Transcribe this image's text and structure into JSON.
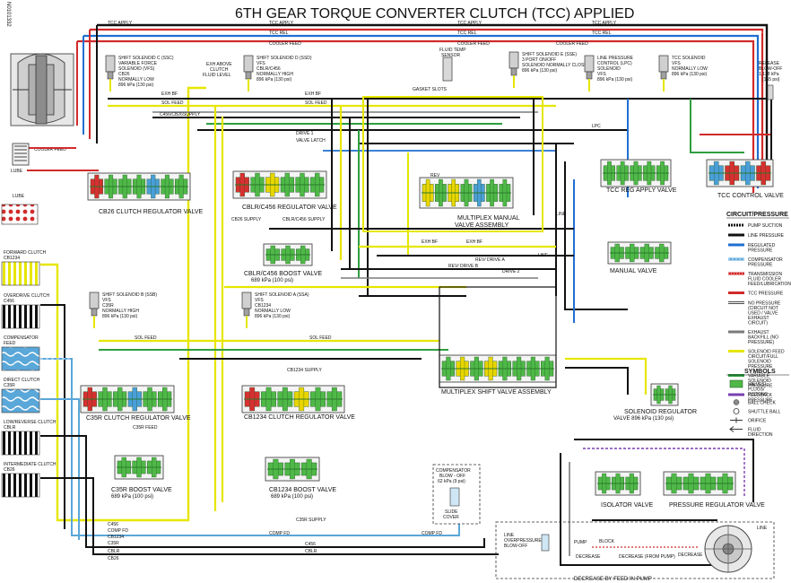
{
  "title": "6TH GEAR TORQUE CONVERTER CLUTCH (TCC) APPLIED",
  "doc_id": "N0101332",
  "colors": {
    "line": "#111111",
    "regulated": "#1f6fd1",
    "comp": "#5aa7d9",
    "solfeed": "#e6e600",
    "vsol": "#2e9e3e",
    "exh": "#7a7a7a",
    "tcc": "#d12b2b",
    "feedback": "#7a3fb0",
    "valve_green": "#4fb848",
    "valve_yellow": "#e8d500",
    "valve_red": "#d63030",
    "valve_blue": "#4a9fd8"
  },
  "valves": {
    "cb26": "CB26 CLUTCH REGULATOR VALVE",
    "cblr": "CBLR/C456 REGULATOR VALVE",
    "cblr_boost": "CBLR/C456 BOOST VALVE",
    "cblr_boost_p": "689 kPa (100 psi)",
    "multiplex_manual_1": "MULTIPLEX MANUAL",
    "multiplex_manual_2": "VALVE ASSEMBLY",
    "manual": "MANUAL VALVE",
    "tcc_reg": "TCC REG APPLY VALVE",
    "tcc_ctrl": "TCC CONTROL VALVE",
    "c35r_reg": "C35R CLUTCH REGULATOR VALVE",
    "c35r_boost": "C35R BOOST VALVE",
    "c35r_boost_p": "689 kPa (100 psi)",
    "cb1234_reg": "CB1234 CLUTCH REGULATOR VALVE",
    "cb1234_boost": "CB1234 BOOST VALVE",
    "cb1234_boost_p": "689 kPa (100 psi)",
    "multiplex_shift": "MULTIPLEX SHIFT VALVE ASSEMBLY",
    "sol_reg": "SOLENOID REGULATOR",
    "sol_reg_p": "VALVE 896 kPa (130 psi)",
    "isolator": "ISOLATOR VALVE",
    "pressure_reg": "PRESSURE REGULATOR VALVE"
  },
  "solenoids": {
    "ssc": [
      "SHIFT SOLENOID C (SSC)",
      "VARIABLE FORCE",
      "SOLENOID (VFS)",
      "CB26",
      "NORMALLY LOW",
      "896 kPa (130 psi)"
    ],
    "ssd": [
      "SHIFT SOLENOID D (SSD)",
      "VFS",
      "CBLR/C456",
      "NORMALLY HIGH",
      "896 kPa (130 psi)"
    ],
    "sse": [
      "SHIFT SOLENOID E (SSE)",
      "3 PORT ON/OFF",
      "SOLENOID NORMALLY CLOSED",
      "896 kPa (130 psi)"
    ],
    "lpc": [
      "LINE PRESSURE",
      "CONTROL (LPC)",
      "SOLENOID",
      "VFS",
      "896 kPa (130 psi)"
    ],
    "tcc": [
      "TCC SOLENOID",
      "VFS",
      "NORMALLY LOW",
      "896 kPa (130 psi)"
    ],
    "ssb": [
      "SHIFT SOLENOID B (SSB)",
      "VFS",
      "C35R",
      "NORMALLY HIGH",
      "896 kPa (130 psi)"
    ],
    "ssa": [
      "SHIFT SOLENOID A (SSA)",
      "VFS",
      "CB1234",
      "NORMALLY LOW",
      "896 kPa (130 psi)"
    ]
  },
  "labels": {
    "exh_above": [
      "EXH ABOVE",
      "CLUTCH",
      "FLUID LEVEL"
    ],
    "fluid_temp": [
      "FLUID TEMP",
      "SENSOR"
    ],
    "gasket": "GASKET SLOTS",
    "release_blowoff": [
      "RELEASE",
      "BLOW-OFF",
      "1,138 kPa",
      "(165 psi)"
    ],
    "cooler_feed": "COOLER FEED",
    "lube": "LUBE",
    "compensator_blowoff": [
      "COMPENSATOR",
      "BLOW - OFF",
      "62 kPa (9 psi)"
    ],
    "slide_cover": [
      "SLIDE",
      "COVER"
    ],
    "line_overpressure": [
      "LINE",
      "OVERPRESSURE",
      "BLOW-OFF"
    ],
    "decrease_bottom": "DECREASE BY FEED IN PUMP",
    "pump": "PUMP",
    "block": "BLOCK",
    "decrease": "DECREASE",
    "decrease_from_pump": "DECREASE (FROM PUMP)",
    "line": "LINE",
    "exh": "EXH"
  },
  "clutches": [
    {
      "name": "FORWARD CLUTCH CB1234",
      "color": "#e6e600",
      "pattern": "stripe"
    },
    {
      "name": "OVERDRIVE CLUTCH C456",
      "color": "#111111",
      "pattern": "stripe"
    },
    {
      "name": "COMPENSATOR FEED",
      "color": "#5aa7d9",
      "pattern": "wave"
    },
    {
      "name": "DIRECT CLUTCH C35R",
      "color": "#5aa7d9",
      "pattern": "wave"
    },
    {
      "name": "LOW/REVERSE CLUTCH CBLR",
      "color": "#111111",
      "pattern": "stripe"
    },
    {
      "name": "INTERMEDIATE CLUTCH CB26",
      "color": "#111111",
      "pattern": "stripe"
    }
  ],
  "legend": {
    "title": "CIRCUIT/PRESSURE",
    "items": [
      {
        "label": "PUMP SUCTION",
        "style": "suction"
      },
      {
        "label": "LINE PRESSURE",
        "style": "line"
      },
      {
        "label": "REGULATED PRESSURE",
        "style": "regulated"
      },
      {
        "label": "COMPENSATOR PRESSURE",
        "style": "comp"
      },
      {
        "label": "TRANSMISSION FLUID COOLER FEED/LUBRICATION",
        "style": "cooler"
      },
      {
        "label": "TCC PRESSURE",
        "style": "tcc"
      },
      {
        "label": "NO PRESSURE (CIRCUIT NOT USED / VALVE EXHAUST CIRCUIT)",
        "style": "nopress"
      },
      {
        "label": "EXHAUST BACKFILL (NO PRESSURE)",
        "style": "backfill"
      },
      {
        "label": "SOLENOID FEED CIRCUIT/FULL SOLENOID PRESSURE",
        "style": "solfeed"
      },
      {
        "label": "VARIABLE SOLENOID PRESSURE",
        "style": "vsol"
      },
      {
        "label": "FEEDBACK PRESSURE",
        "style": "feedback"
      }
    ],
    "symbols_title": "SYMBOLS",
    "symbols": [
      {
        "label": "VALVES/ PLUGS/ PISTONS",
        "style": "valve"
      },
      {
        "label": "BALL CHECK",
        "style": "ball"
      },
      {
        "label": "SHUTTLE BALL",
        "style": "shuttle"
      },
      {
        "label": "ORIFICE",
        "style": "orifice"
      },
      {
        "label": "FLUID DIRECTION",
        "style": "arrow"
      }
    ]
  },
  "circuit_labels": {
    "top": [
      "TCC APPLY",
      "TCC APPLY",
      "TCC APPLY",
      "TCC APPLY",
      "TCC REL",
      "TCC REL",
      "TCC REL",
      "COOLER FEED",
      "COOLER FEED",
      "COOLER FEED"
    ],
    "mid": [
      "EXH BF",
      "EXH BF",
      "SOL FEED",
      "SOL FEED",
      "C456/CB26SUPPLY",
      "DRIVE 1",
      "VALVE LATCH",
      "REV",
      "LINE",
      "LPC",
      "LINE",
      "DRIVE 2",
      "CB1234 SUPPLY",
      "CBLR/C456 SUPPLY",
      "SOL FEED",
      "SOL FEED",
      "C35R FEED",
      "CB26 SUPPLY",
      "EXH BF",
      "EXH BF",
      "REV/ DRIVE A",
      "REV/ DRIVE B"
    ],
    "bottom": [
      "C456",
      "COMP FD",
      "CB1234",
      "COMP FD",
      "C35R",
      "CBLR",
      "CB26",
      "C35R SUPPLY",
      "C456",
      "CBLR",
      "COMP FD"
    ]
  }
}
